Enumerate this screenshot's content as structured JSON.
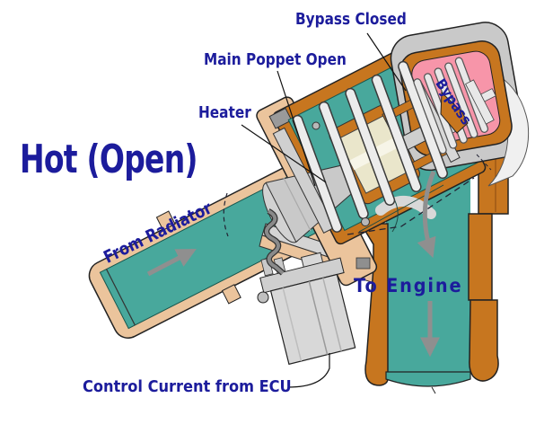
{
  "diagram": {
    "title": "Hot (Open)",
    "state": "Hot (Open)",
    "labels": {
      "bypass_closed": "Bypass Closed",
      "main_poppet": "Main Poppet Open",
      "heater": "Heater",
      "from_radiator": "From Radiator",
      "bypass": "Bypass",
      "to_engine": "To Engine",
      "control_current": "Control Current from ECU"
    },
    "flow_arrows": [
      "from-radiator-arrow",
      "valve-flow-arrow",
      "to-engine-arrow"
    ],
    "colors": {
      "label_text": "#1c1c9c",
      "coolant_teal": "#48a89c",
      "housing_orange": "#c7761f",
      "flange_tan": "#ebc49c",
      "bypass_pink": "#f795a9",
      "cap_gray": "#c9c9c9",
      "metal_gray": "#cfcfcf",
      "spring_white": "#ececec",
      "heater_cream": "#eae6cb",
      "arrow_gray": "#8f8f8f",
      "background": "#ffffff"
    }
  }
}
